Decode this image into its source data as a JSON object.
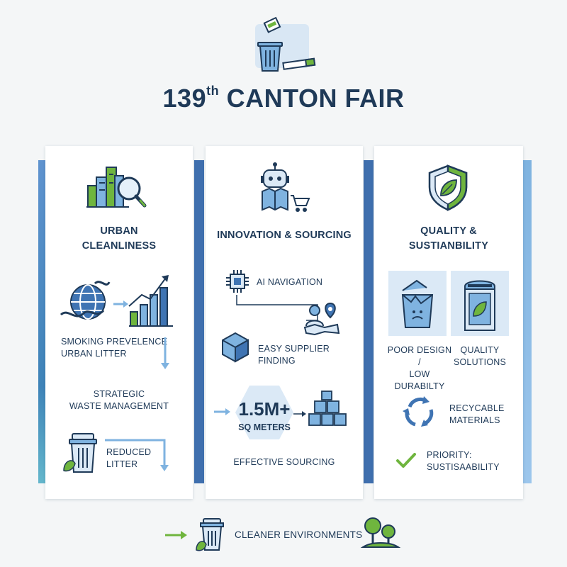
{
  "header": {
    "title_main": "139",
    "title_sup": "th",
    "title_rest": " CANTON FAIR"
  },
  "panels": {
    "urban": {
      "title_line1": "URBAN",
      "title_line2": "CLEANLINESS",
      "smoking_line1": "SMOKING PREVELENCE",
      "smoking_line2": "URBAN LITTER",
      "strategic_line1": "STRATEGIC",
      "strategic_line2": "WASTE MANAGEMENT",
      "reduced_line1": "REDUCED",
      "reduced_line2": "LITTER"
    },
    "innovation": {
      "title": "INNOVATION & SOURCING",
      "ai_navigation": "AI NAVIGATION",
      "easy_supplier": "EASY SUPPLIER FINDING",
      "area_value": "1.5M+",
      "area_unit": "SQ METERS",
      "effective": "EFFECTIVE SOURCING"
    },
    "quality": {
      "title_line1": "QUALITY &",
      "title_line2": "SUSTIANBILITY",
      "poor_line1": "POOR DESIGN /",
      "poor_line2": "LOW DURABILTY",
      "quality_line1": "QUALITY",
      "quality_line2": "SOLUTIONS",
      "recyclable_line1": "RECYCABLE",
      "recyclable_line2": "MATERIALS",
      "priority_line1": "PRIORITY:",
      "priority_line2": "SUSTISAABILITY"
    }
  },
  "footer": {
    "text": "CLEANER ENVIRONMENTS"
  },
  "colors": {
    "navy": "#1f3a58",
    "blue": "#3f74b3",
    "light_blue": "#7fb3e0",
    "pale_blue": "#dbe9f6",
    "green": "#6fb53e",
    "teal": "#64b7cc"
  },
  "icons": [
    "trash-bin-icon",
    "city-magnifier-icon",
    "globe-smoke-icon",
    "growth-chart-icon",
    "robot-icon",
    "chip-icon",
    "person-map-icon",
    "box-icon",
    "boxes-icon",
    "shield-leaf-icon",
    "broken-bin-icon",
    "eco-bin-icon",
    "recycle-icon",
    "checkmark-icon",
    "trees-icon"
  ]
}
